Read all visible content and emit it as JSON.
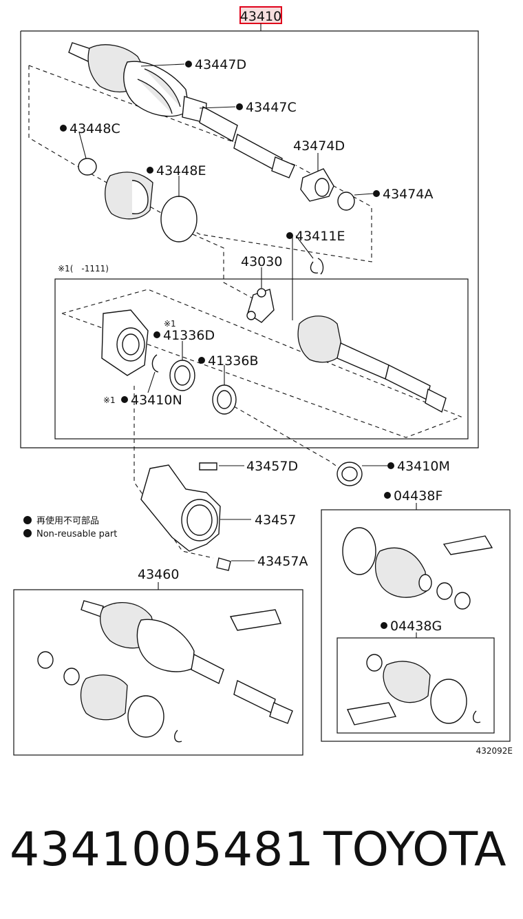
{
  "diagram": {
    "header_part": "43410",
    "callouts": {
      "p43447D": "43447D",
      "p43447C": "43447C",
      "p43448C": "43448C",
      "p43448E": "43448E",
      "p43474D": "43474D",
      "p43474A": "43474A",
      "p43411E": "43411E",
      "p43030": "43030",
      "p41336D": "41336D",
      "p41336B": "41336B",
      "p43410N": "43410N",
      "p43457D": "43457D",
      "p43457": "43457",
      "p43457A": "43457A",
      "p43410M": "43410M",
      "p43460": "43460",
      "p04438F": "04438F",
      "p04438G": "04438G"
    },
    "note_mark": "※1",
    "note_mark_inner": "※1(　-1111)",
    "legend": {
      "jp": "再使用不可部品",
      "en": "Non-reusable part"
    },
    "drawing_code": "432092E"
  },
  "footer": {
    "part_number": "4341005481",
    "brand": "TOYOTA"
  },
  "colors": {
    "ink": "#111111",
    "highlight_box": "#e0001a",
    "highlight_fill": "#f6dede"
  }
}
